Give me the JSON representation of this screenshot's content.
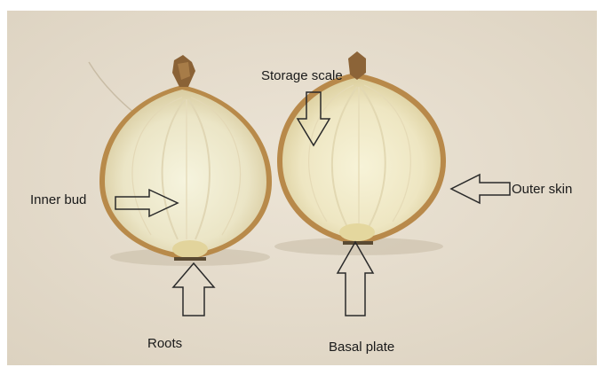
{
  "labels": {
    "storage_scale": "Storage scale",
    "inner_bud": "Inner bud",
    "outer_skin": "Outer skin",
    "roots": "Roots",
    "basal_plate": "Basal plate"
  }
}
